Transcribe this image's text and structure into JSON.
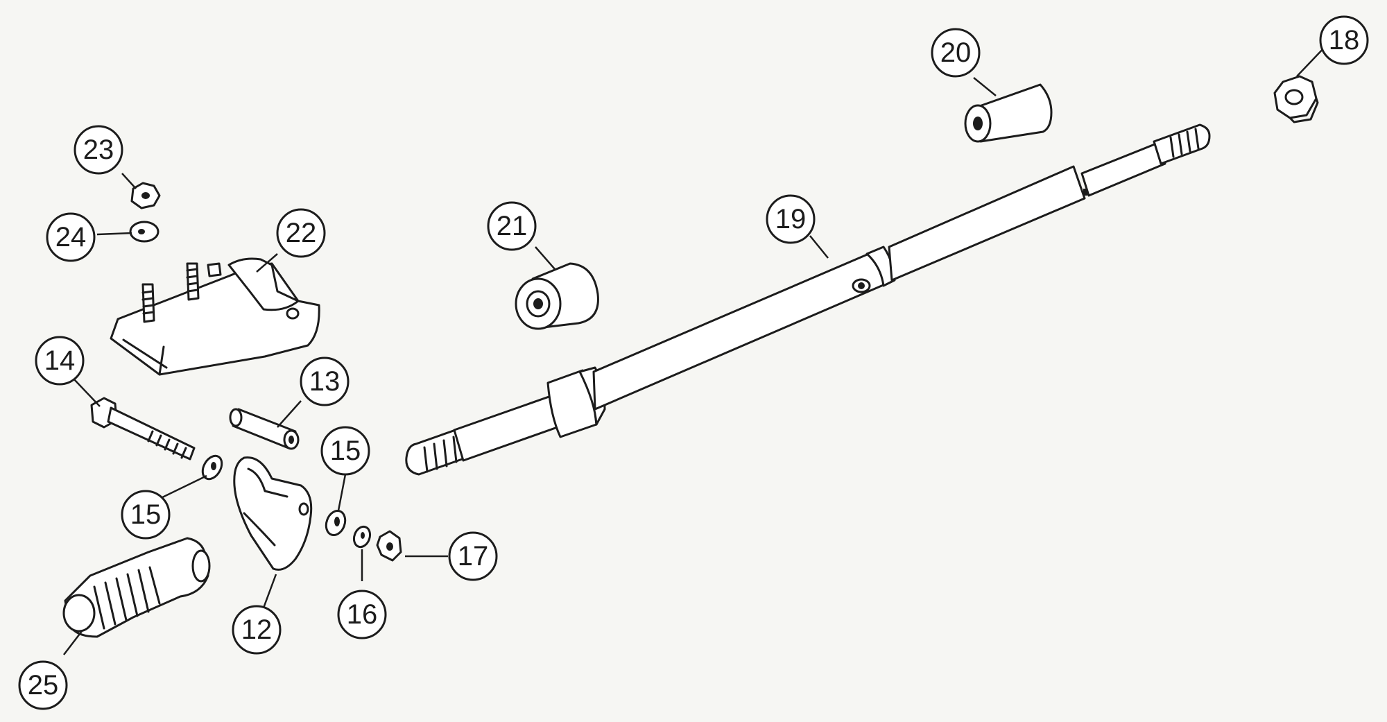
{
  "diagram": {
    "callouts": [
      {
        "id": "c12",
        "label": "12"
      },
      {
        "id": "c13",
        "label": "13"
      },
      {
        "id": "c14",
        "label": "14"
      },
      {
        "id": "c15a",
        "label": "15"
      },
      {
        "id": "c15b",
        "label": "15"
      },
      {
        "id": "c16",
        "label": "16"
      },
      {
        "id": "c17",
        "label": "17"
      },
      {
        "id": "c18",
        "label": "18"
      },
      {
        "id": "c19",
        "label": "19"
      },
      {
        "id": "c20",
        "label": "20"
      },
      {
        "id": "c21",
        "label": "21"
      },
      {
        "id": "c22",
        "label": "22"
      },
      {
        "id": "c23",
        "label": "23"
      },
      {
        "id": "c24",
        "label": "24"
      },
      {
        "id": "c25",
        "label": "25"
      }
    ]
  }
}
